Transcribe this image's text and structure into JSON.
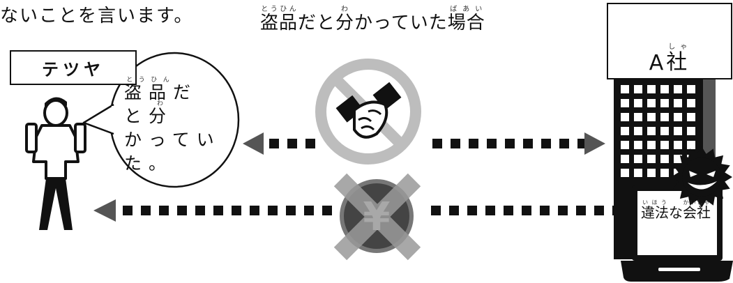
{
  "intro_text": "ないことを言います。",
  "caption": {
    "part1": "盗品",
    "part1_reading": "とうひん",
    "part2": "だと",
    "part3": "分",
    "part3_reading": "わ",
    "part4": "かっていた",
    "part5": "場合",
    "part5_reading": "ばあい"
  },
  "person": {
    "name": "テツヤ",
    "bubble": {
      "k1": "盗品",
      "k1_reading": "とうひん",
      "t1": "だと",
      "k2": "分",
      "k2_reading": "わ",
      "t2": "かってい",
      "t3": "た。"
    }
  },
  "company": {
    "name_prefix": "A",
    "name_kanji": "社",
    "name_kanji_reading": "しゃ",
    "illegal": {
      "k1": "違法",
      "k1_reading": "いほう",
      "t1": "な",
      "k2": "会社",
      "k2_reading": "かいしゃ"
    }
  },
  "icons": {
    "prohibited": "prohibited-handshake-icon",
    "money": "yen-coin-icon",
    "cross": "cross-mark-icon",
    "villain": "evil-face-icon",
    "person": "person-icon",
    "building": "building-icon",
    "laptop": "laptop-icon",
    "yen_symbol": "¥"
  },
  "colors": {
    "dark": "#111111",
    "arrow": "#555555",
    "gray": "#8a8a8a",
    "light_gray": "#bdbdbd",
    "cross": "#9a9a9a"
  }
}
